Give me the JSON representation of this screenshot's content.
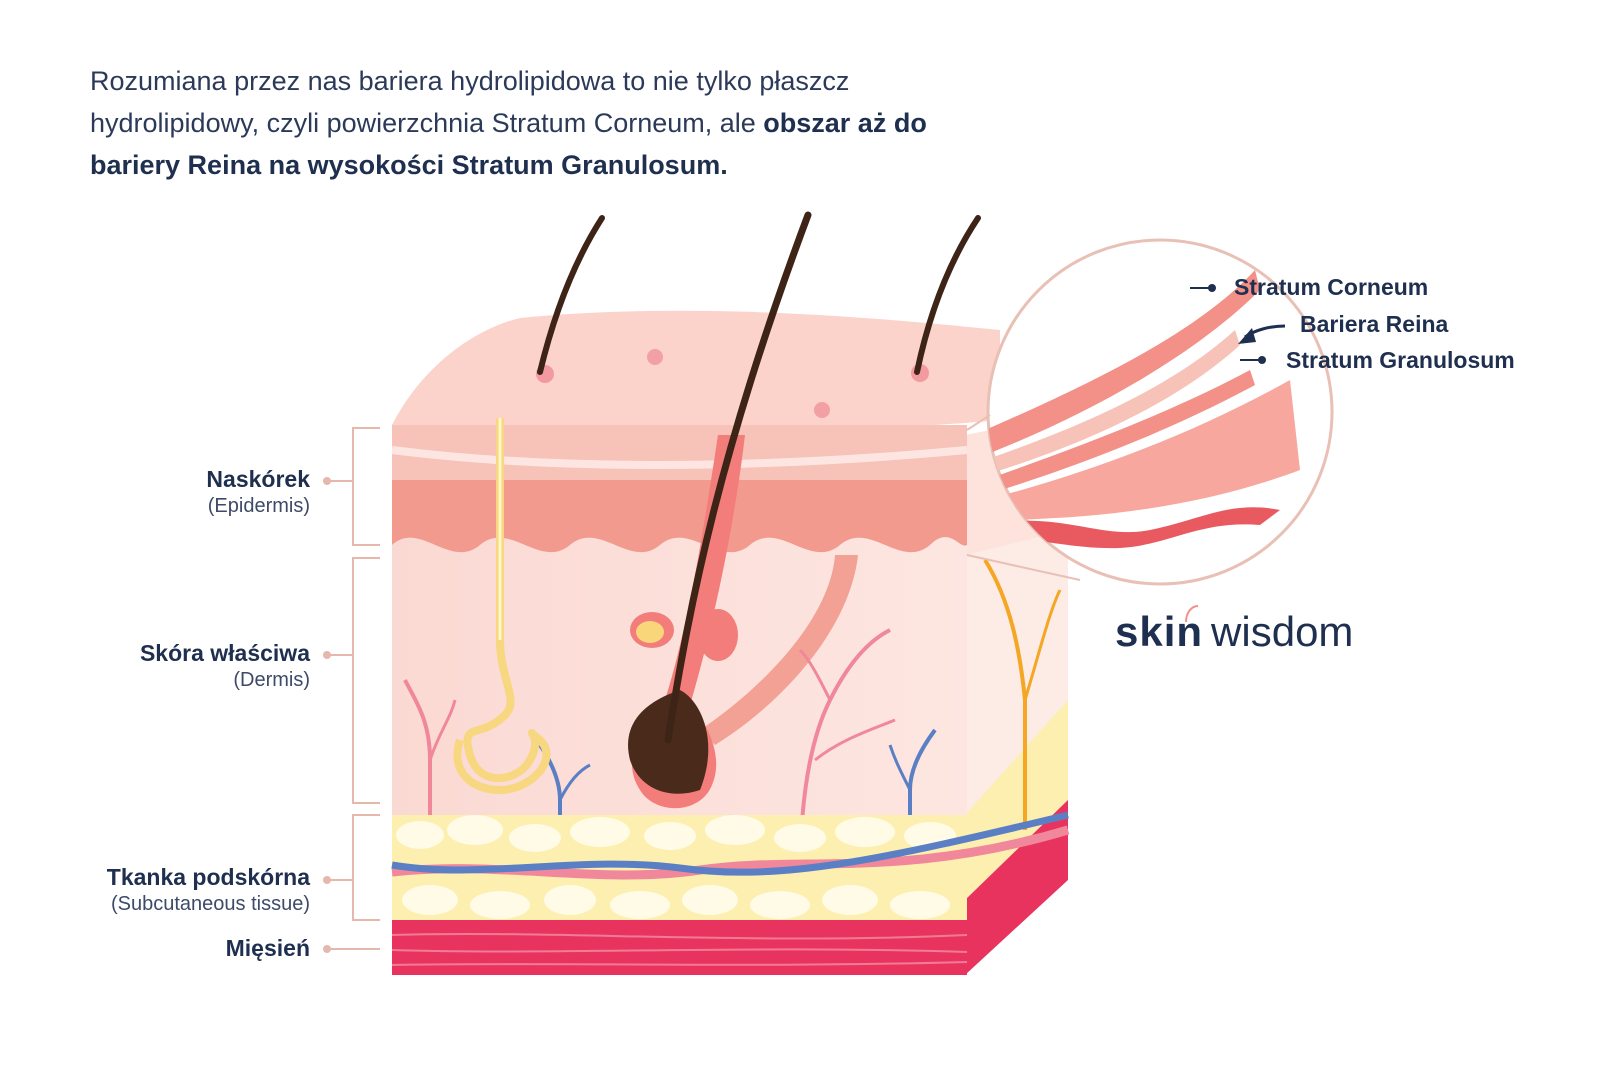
{
  "intro": {
    "text_part1": "Rozumiana przez nas bariera hydrolipidowa to nie tylko płaszcz hydrolipidowy, czyli powierzchnia Stratum Corneum, ale ",
    "text_bold": "obszar aż do bariery Reina na wysokości Stratum Granulosum."
  },
  "layers": [
    {
      "label": "Naskórek",
      "latin": "(Epidermis)"
    },
    {
      "label": "Skóra właściwa",
      "latin": "(Dermis)"
    },
    {
      "label": "Tkanka podskórna",
      "latin": "(Subcutaneous tissue)"
    },
    {
      "label": "Mięsień",
      "latin": ""
    }
  ],
  "zoom": {
    "stratum_corneum": "Stratum Corneum",
    "bariera_reina": "Bariera Reina",
    "stratum_granulosum": "Stratum Granulosum"
  },
  "logo": {
    "part1": "skin",
    "part2": "wisdom"
  },
  "colors": {
    "text_dark": "#1f2f4f",
    "bracket": "#e4b8aa",
    "skin_light": "#fbd9d3",
    "skin_mid": "#f6b8ad",
    "epidermis_cells": "#f39a8f",
    "fat": "#fcefb0",
    "muscle": "#e8335f",
    "hair": "#4a2a1a",
    "vein": "#5b7fc4",
    "artery": "#f0879a"
  }
}
